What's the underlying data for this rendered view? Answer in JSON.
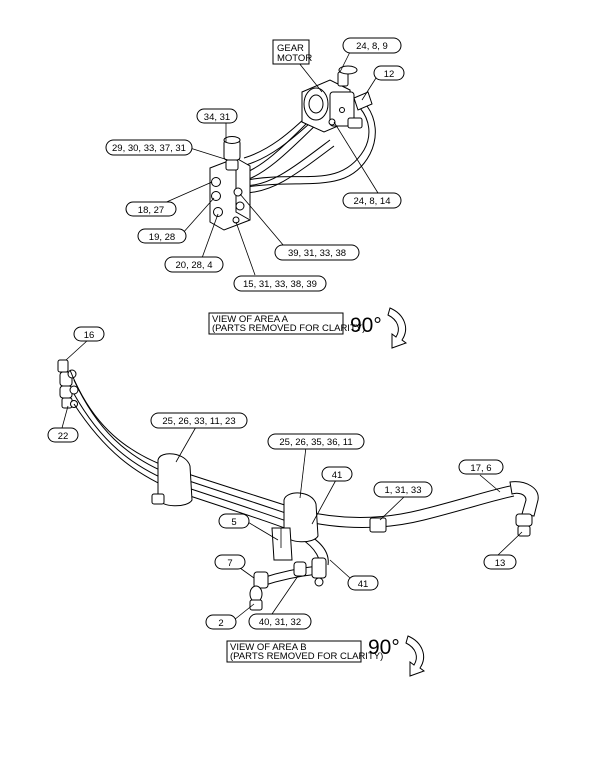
{
  "callouts_area_a": {
    "gear_motor_line1": "GEAR",
    "gear_motor_line2": "MOTOR",
    "c_24_8_9": "24, 8, 9",
    "c_12": "12",
    "c_34_31": "34, 31",
    "c_29_30_33_37_31": "29, 30, 33, 37, 31",
    "c_24_8_14": "24, 8, 14",
    "c_18_27": "18, 27",
    "c_19_28": "19, 28",
    "c_20_28_4": "20, 28, 4",
    "c_39_31_33_38": "39, 31, 33, 38",
    "c_15_31_33_38_39": "15, 31, 33, 38, 39"
  },
  "view_a": {
    "line1": "VIEW OF AREA A",
    "line2": "(PARTS REMOVED FOR CLARITY)",
    "rotation": "90°"
  },
  "callouts_area_b": {
    "c_16": "16",
    "c_22": "22",
    "c_25_26_33_11_23": "25, 26, 33, 11, 23",
    "c_25_26_35_36_11": "25, 26, 35, 36, 11",
    "c_41_top": "41",
    "c_1_31_33": "1, 31, 33",
    "c_17_6": "17, 6",
    "c_5": "5",
    "c_7": "7",
    "c_13": "13",
    "c_41_bottom": "41",
    "c_2": "2",
    "c_40_31_32": "40, 31, 32"
  },
  "view_b": {
    "line1": "VIEW OF AREA B",
    "line2": "(PARTS REMOVED FOR CLARITY)",
    "rotation": "90°"
  }
}
